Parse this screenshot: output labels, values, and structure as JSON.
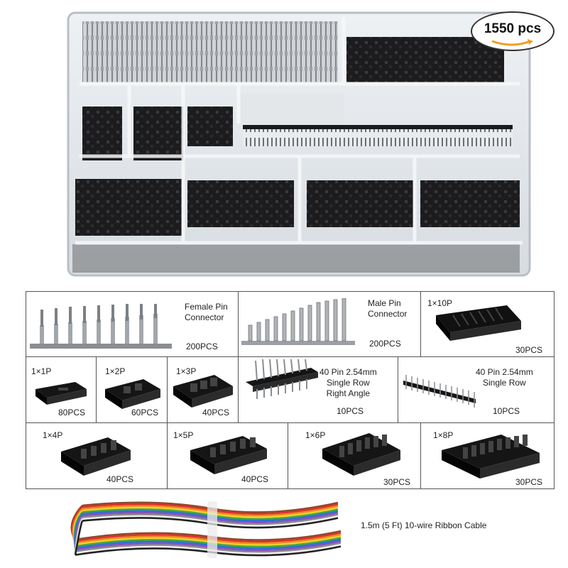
{
  "badge": {
    "text": "1550  pcs",
    "accent": "#f59a23"
  },
  "items": {
    "female_pin": {
      "name": "Female Pin\nConnector",
      "count": "200PCS"
    },
    "male_pin": {
      "name": "Male Pin\nConnector",
      "count": "200PCS"
    },
    "p10": {
      "name": "1×10P",
      "count": "30PCS"
    },
    "p1": {
      "name": "1×1P",
      "count": "80PCS"
    },
    "p2": {
      "name": "1×2P",
      "count": "60PCS"
    },
    "p3": {
      "name": "1×3P",
      "count": "40PCS"
    },
    "header_ra": {
      "name": "40 Pin 2.54mm\nSingle Row\nRight Angle",
      "count": "10PCS"
    },
    "header_sr": {
      "name": "40 Pin 2.54mm\nSingle Row",
      "count": "10PCS"
    },
    "p4": {
      "name": "1×4P",
      "count": "40PCS"
    },
    "p5": {
      "name": "1×5P",
      "count": "40PCS"
    },
    "p6": {
      "name": "1×6P",
      "count": "30PCS"
    },
    "p8": {
      "name": "1×8P",
      "count": "30PCS"
    },
    "ribbon": {
      "name": "1.5m (5 Ft) 10-wire Ribbon Cable"
    }
  },
  "ribbon_colors": [
    "#8b4a2b",
    "#e0312b",
    "#f08a24",
    "#f4d12a",
    "#3fa845",
    "#2f6fd0",
    "#8a4fc2",
    "#8c8c8c",
    "#f2f2f2",
    "#222222"
  ]
}
